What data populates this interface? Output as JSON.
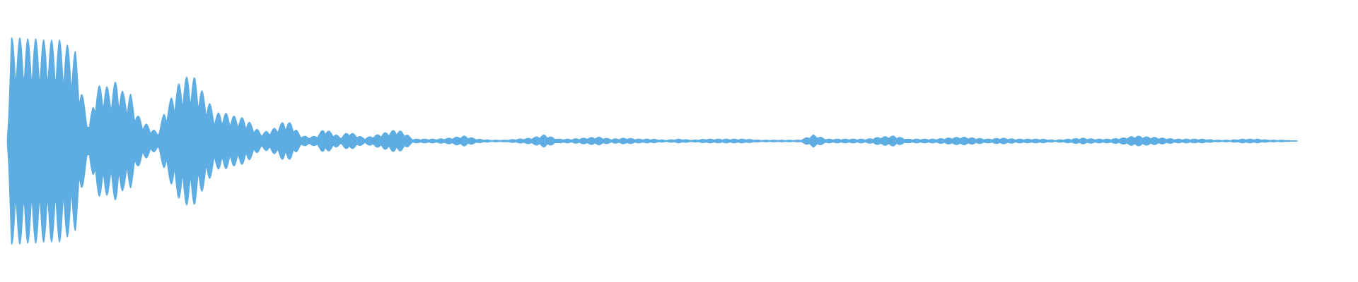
{
  "waveform": {
    "color": "#5dade2",
    "background": "#ffffff",
    "envelope": [
      [
        0.0,
        0.04
      ],
      [
        0.003,
        0.98
      ],
      [
        0.01,
        0.98
      ],
      [
        0.016,
        0.97
      ],
      [
        0.022,
        0.97
      ],
      [
        0.028,
        0.96
      ],
      [
        0.034,
        0.96
      ],
      [
        0.04,
        0.96
      ],
      [
        0.046,
        0.9
      ],
      [
        0.051,
        0.85
      ],
      [
        0.056,
        0.45
      ],
      [
        0.061,
        0.15
      ],
      [
        0.066,
        0.5
      ],
      [
        0.071,
        0.55
      ],
      [
        0.076,
        0.5
      ],
      [
        0.082,
        0.58
      ],
      [
        0.087,
        0.45
      ],
      [
        0.092,
        0.45
      ],
      [
        0.097,
        0.25
      ],
      [
        0.102,
        0.18
      ],
      [
        0.107,
        0.13
      ],
      [
        0.112,
        0.08
      ],
      [
        0.117,
        0.28
      ],
      [
        0.121,
        0.38
      ],
      [
        0.125,
        0.5
      ],
      [
        0.13,
        0.58
      ],
      [
        0.135,
        0.62
      ],
      [
        0.14,
        0.6
      ],
      [
        0.145,
        0.48
      ],
      [
        0.15,
        0.38
      ],
      [
        0.155,
        0.26
      ],
      [
        0.16,
        0.28
      ],
      [
        0.166,
        0.25
      ],
      [
        0.171,
        0.23
      ],
      [
        0.177,
        0.22
      ],
      [
        0.183,
        0.15
      ],
      [
        0.189,
        0.08
      ],
      [
        0.195,
        0.1
      ],
      [
        0.2,
        0.13
      ],
      [
        0.206,
        0.19
      ],
      [
        0.212,
        0.17
      ],
      [
        0.218,
        0.06
      ],
      [
        0.224,
        0.04
      ],
      [
        0.23,
        0.05
      ],
      [
        0.236,
        0.12
      ],
      [
        0.242,
        0.08
      ],
      [
        0.248,
        0.04
      ],
      [
        0.254,
        0.09
      ],
      [
        0.26,
        0.06
      ],
      [
        0.266,
        0.03
      ],
      [
        0.272,
        0.05
      ],
      [
        0.278,
        0.07
      ],
      [
        0.284,
        0.09
      ],
      [
        0.29,
        0.11
      ],
      [
        0.296,
        0.08
      ],
      [
        0.302,
        0.02
      ],
      [
        0.31,
        0.02
      ],
      [
        0.32,
        0.02
      ],
      [
        0.33,
        0.03
      ],
      [
        0.34,
        0.05
      ],
      [
        0.35,
        0.02
      ],
      [
        0.36,
        0.01
      ],
      [
        0.37,
        0.01
      ],
      [
        0.38,
        0.02
      ],
      [
        0.39,
        0.03
      ],
      [
        0.4,
        0.06
      ],
      [
        0.41,
        0.02
      ],
      [
        0.42,
        0.02
      ],
      [
        0.43,
        0.03
      ],
      [
        0.44,
        0.04
      ],
      [
        0.45,
        0.02
      ],
      [
        0.46,
        0.03
      ],
      [
        0.47,
        0.02
      ],
      [
        0.48,
        0.02
      ],
      [
        0.49,
        0.01
      ],
      [
        0.5,
        0.02
      ],
      [
        0.51,
        0.01
      ],
      [
        0.52,
        0.02
      ],
      [
        0.53,
        0.02
      ],
      [
        0.54,
        0.02
      ],
      [
        0.55,
        0.02
      ],
      [
        0.56,
        0.01
      ],
      [
        0.57,
        0.01
      ],
      [
        0.58,
        0.01
      ],
      [
        0.59,
        0.01
      ],
      [
        0.6,
        0.06
      ],
      [
        0.61,
        0.02
      ],
      [
        0.62,
        0.02
      ],
      [
        0.63,
        0.02
      ],
      [
        0.64,
        0.02
      ],
      [
        0.65,
        0.04
      ],
      [
        0.66,
        0.05
      ],
      [
        0.67,
        0.02
      ],
      [
        0.68,
        0.02
      ],
      [
        0.69,
        0.02
      ],
      [
        0.7,
        0.03
      ],
      [
        0.71,
        0.04
      ],
      [
        0.72,
        0.03
      ],
      [
        0.73,
        0.02
      ],
      [
        0.74,
        0.03
      ],
      [
        0.75,
        0.02
      ],
      [
        0.76,
        0.02
      ],
      [
        0.77,
        0.02
      ],
      [
        0.78,
        0.01
      ],
      [
        0.79,
        0.02
      ],
      [
        0.8,
        0.03
      ],
      [
        0.81,
        0.02
      ],
      [
        0.82,
        0.02
      ],
      [
        0.83,
        0.03
      ],
      [
        0.84,
        0.05
      ],
      [
        0.85,
        0.04
      ],
      [
        0.86,
        0.03
      ],
      [
        0.87,
        0.02
      ],
      [
        0.88,
        0.02
      ],
      [
        0.89,
        0.02
      ],
      [
        0.9,
        0.01
      ],
      [
        0.91,
        0.01
      ],
      [
        0.92,
        0.02
      ],
      [
        0.93,
        0.02
      ],
      [
        0.94,
        0.01
      ],
      [
        0.95,
        0.01
      ],
      [
        0.96,
        0.0
      ]
    ]
  }
}
